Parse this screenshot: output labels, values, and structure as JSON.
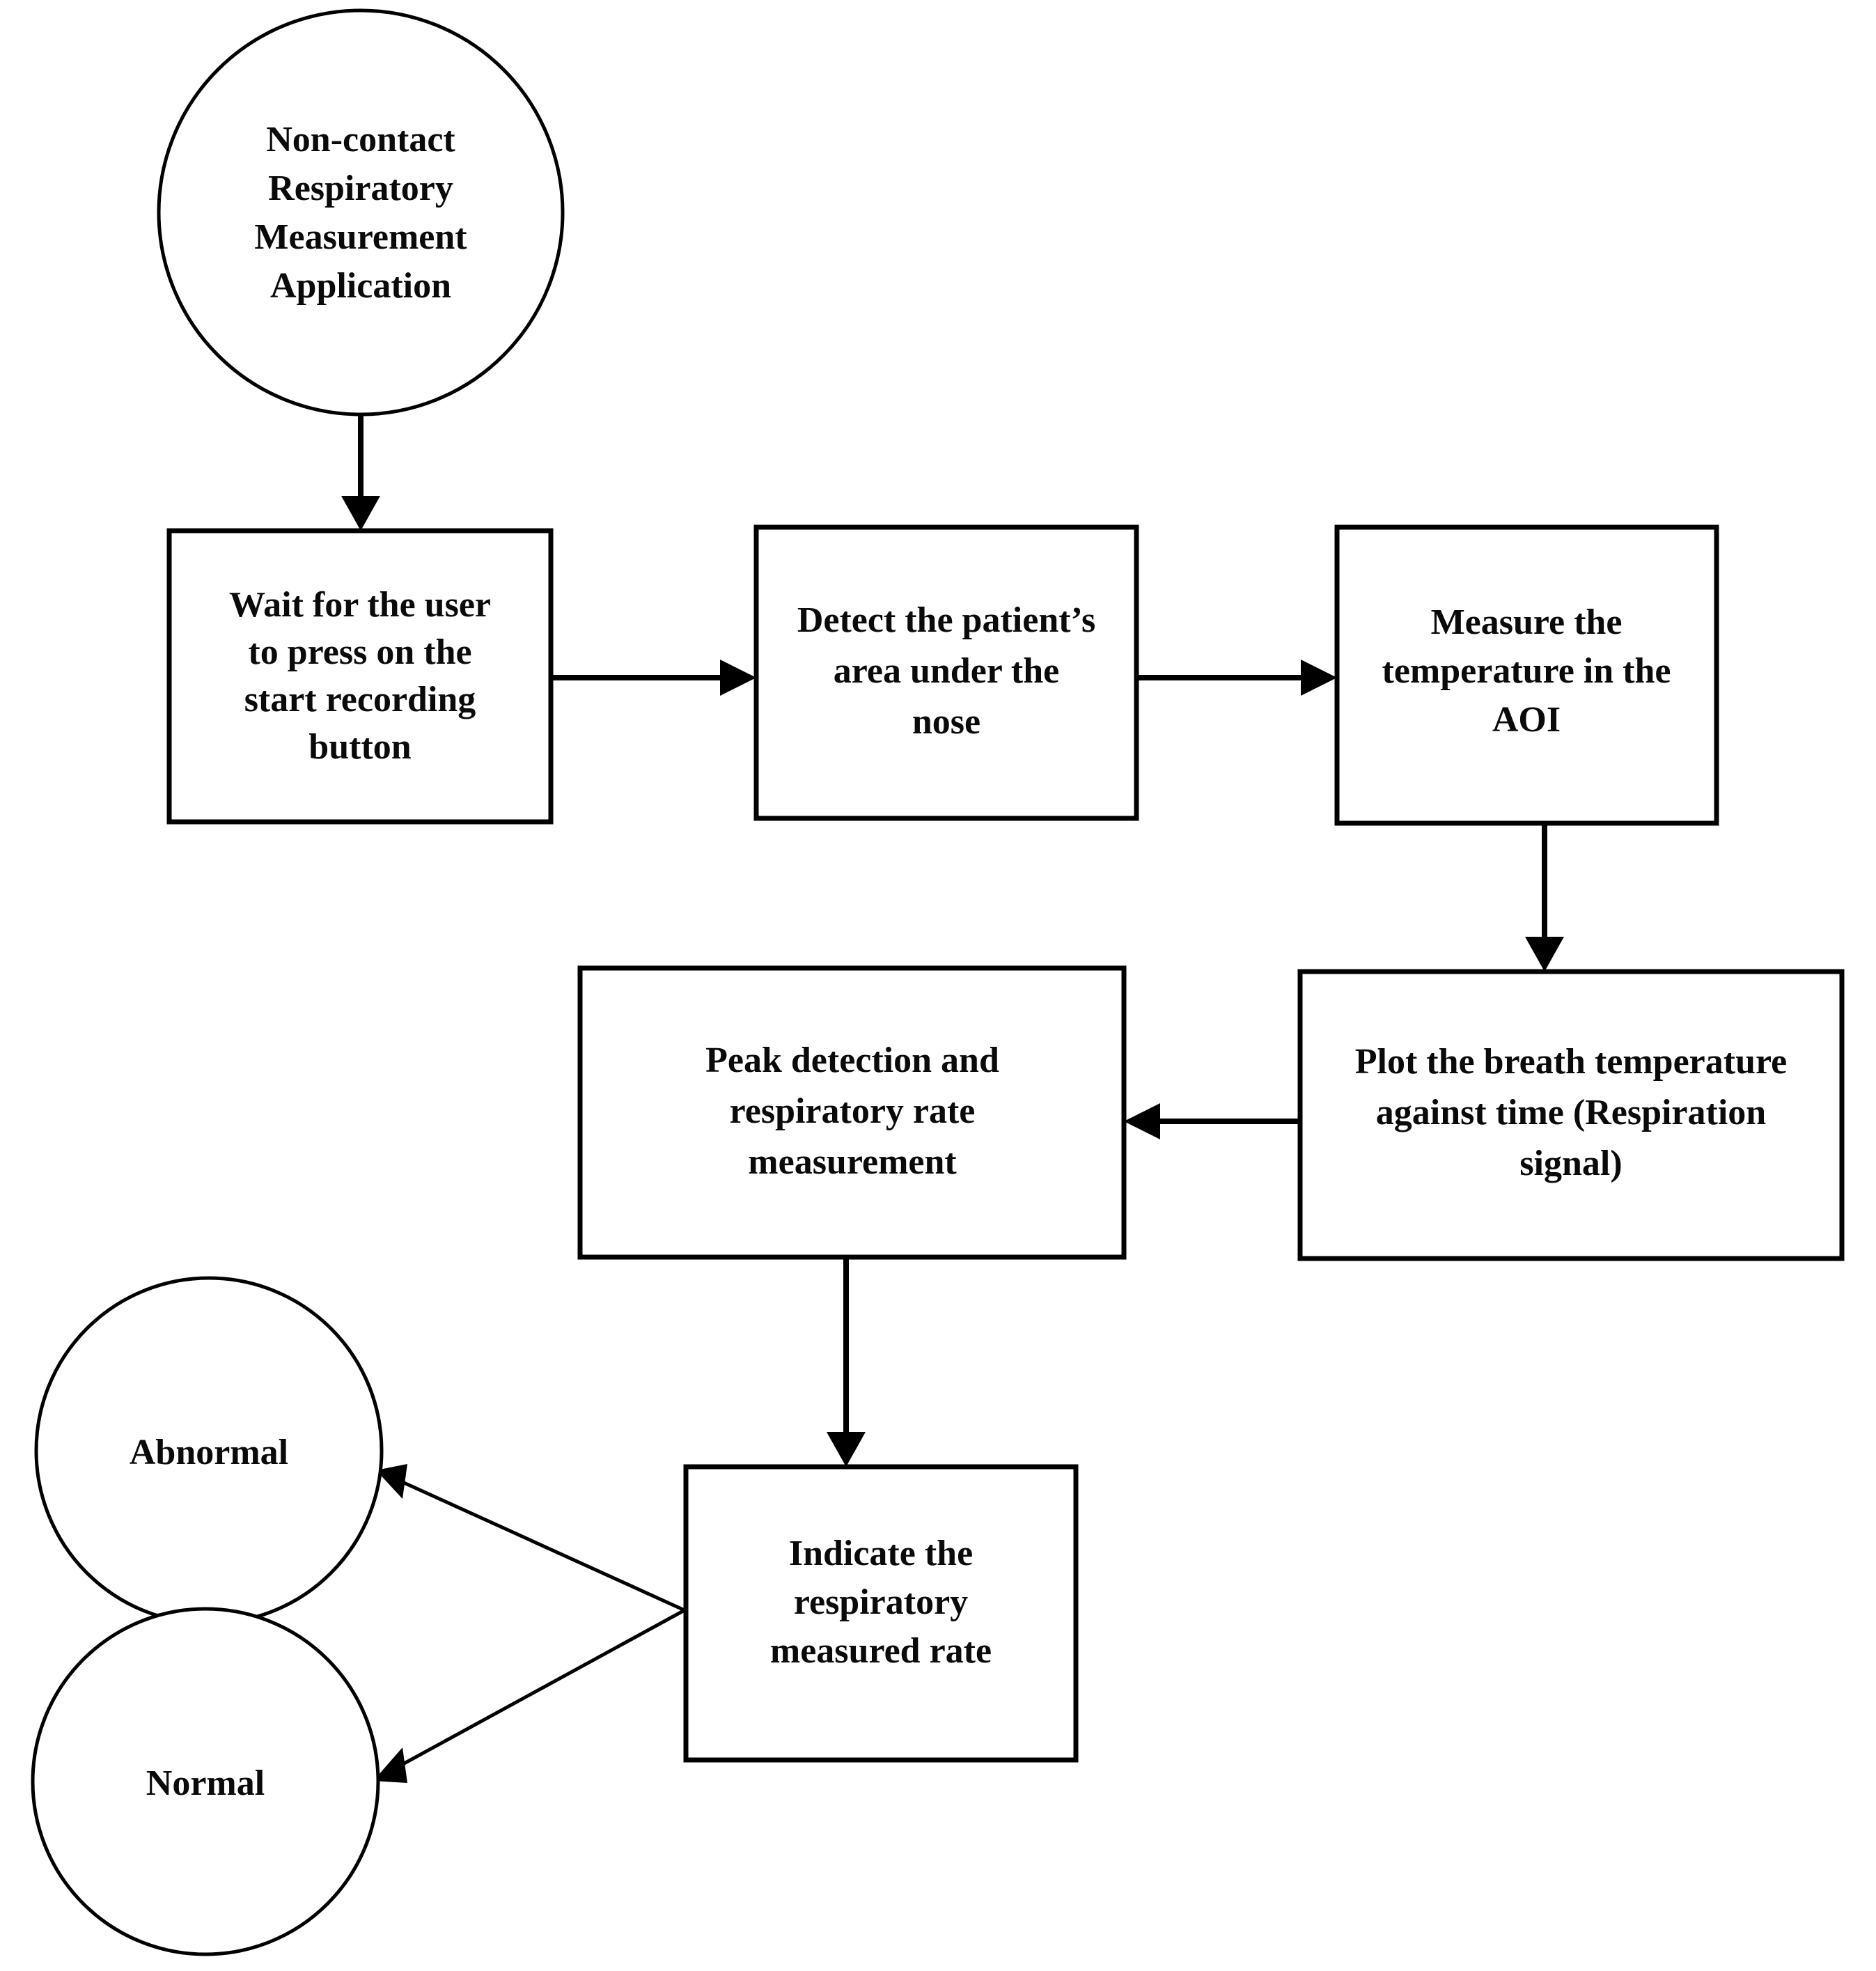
{
  "diagram": {
    "type": "flowchart",
    "title": "Non-contact Respiratory Measurement Application flowchart",
    "colors": {
      "stroke": "#000000",
      "fill": "#ffffff",
      "text": "#0a0a0a"
    },
    "nodes": {
      "start": {
        "shape": "circle",
        "lines": [
          "Non-contact",
          "Respiratory",
          "Measurement",
          "Application"
        ]
      },
      "wait_start_recording": {
        "shape": "rectangle",
        "lines": [
          "Wait for the user",
          "to press on the",
          "start recording",
          "button"
        ]
      },
      "detect_area_under_nose": {
        "shape": "rectangle",
        "lines": [
          "Detect the patient’s",
          "area under the",
          "nose"
        ]
      },
      "measure_temperature": {
        "shape": "rectangle",
        "lines": [
          "Measure the",
          "temperature in the",
          "AOI"
        ]
      },
      "plot_respiration_signal": {
        "shape": "rectangle",
        "lines": [
          "Plot the breath temperature",
          "against time (Respiration",
          "signal)"
        ]
      },
      "peak_detection": {
        "shape": "rectangle",
        "lines": [
          "Peak detection and",
          "respiratory rate",
          "measurement"
        ]
      },
      "indicate_rate": {
        "shape": "rectangle",
        "lines": [
          "Indicate the",
          "respiratory",
          "measured rate"
        ]
      },
      "abnormal": {
        "shape": "circle",
        "lines": [
          "Abnormal"
        ]
      },
      "normal": {
        "shape": "circle",
        "lines": [
          "Normal"
        ]
      }
    },
    "edges": [
      {
        "from": "start",
        "to": "wait_start_recording",
        "direction": "down",
        "label": ""
      },
      {
        "from": "wait_start_recording",
        "to": "detect_area_under_nose",
        "direction": "right",
        "label": ""
      },
      {
        "from": "detect_area_under_nose",
        "to": "measure_temperature",
        "direction": "right",
        "label": ""
      },
      {
        "from": "measure_temperature",
        "to": "plot_respiration_signal",
        "direction": "down",
        "label": ""
      },
      {
        "from": "plot_respiration_signal",
        "to": "peak_detection",
        "direction": "left",
        "label": ""
      },
      {
        "from": "peak_detection",
        "to": "indicate_rate",
        "direction": "down",
        "label": ""
      },
      {
        "from": "indicate_rate",
        "to": "abnormal",
        "direction": "diagonal-up-left",
        "label": ""
      },
      {
        "from": "indicate_rate",
        "to": "normal",
        "direction": "diagonal-down-left",
        "label": ""
      }
    ]
  }
}
